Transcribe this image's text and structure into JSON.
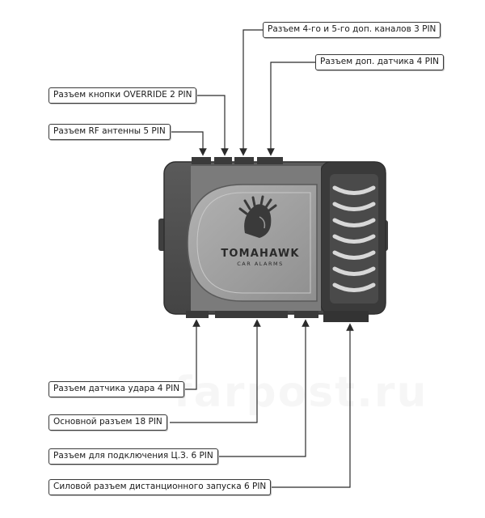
{
  "labels": {
    "ch45": "Разъем 4-го и 5-го доп. каналов 3 PIN",
    "sensor": "Разъем доп. датчика 4 PIN",
    "override": "Разъем кнопки OVERRIDE 2 PIN",
    "rf": "Разъем RF антенны 5 PIN",
    "shock": "Разъем  датчика удара 4 PIN",
    "main": "Основной разъем 18 PIN",
    "central_lock": "Разъем для подключения Ц.З. 6 PIN",
    "power": "Силовой разъем дистанционного запуска 6 PIN"
  },
  "logo": {
    "brand": "TOMAHAWK",
    "tagline": "CAR ALARMS"
  },
  "watermark": "farpost.ru",
  "colors": {
    "body_dark": "#4d4d4d",
    "body_mid": "#7d7d7d",
    "panel": "#a3a3a3",
    "line": "#2b2b2b"
  }
}
